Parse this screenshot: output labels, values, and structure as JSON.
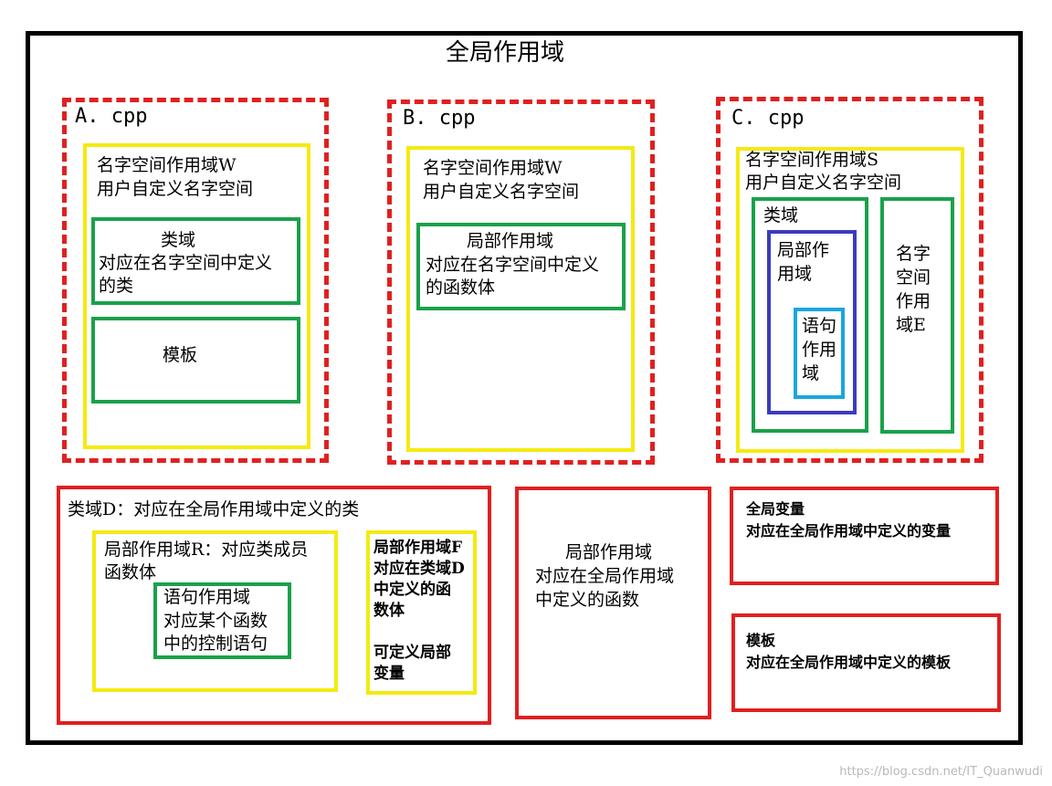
{
  "global": {
    "title": "全局作用域"
  },
  "a_cpp": {
    "filename": "A. cpp",
    "namespace_lines": [
      "名字空间作用域W",
      "用户自定义名字空间"
    ],
    "class_scope_lines": [
      "类域",
      "对应在名字空间中定义",
      "的类"
    ],
    "template": "模板"
  },
  "b_cpp": {
    "filename": "B. cpp",
    "namespace_lines": [
      "名字空间作用域W",
      "用户自定义名字空间"
    ],
    "local_scope_lines": [
      "局部作用域",
      "对应在名字空间中定义",
      "的函数体"
    ]
  },
  "c_cpp": {
    "filename": "C. cpp",
    "namespace_lines": [
      "名字空间作用域S",
      "用户自定义名字空间"
    ],
    "class_scope": "类域",
    "local_scope_lines": [
      "局部作",
      "用域"
    ],
    "statement_scope_lines": [
      "语句",
      "作用",
      "域"
    ],
    "namespace_e_lines": [
      "名字",
      "空间",
      "作用",
      "域E"
    ]
  },
  "class_d": {
    "title": "类域D：对应在全局作用域中定义的类",
    "local_r_lines": [
      "局部作用域R：对应类成员",
      "函数体"
    ],
    "statement_lines": [
      "语句作用域",
      "对应某个函数",
      "中的控制语句"
    ],
    "local_f_lines": [
      "局部作用域F",
      "对应在类域D",
      "中定义的函",
      "数体",
      "",
      "可定义局部",
      "变量"
    ]
  },
  "global_func": {
    "lines": [
      "局部作用域",
      "对应在全局作用域",
      "中定义的函数"
    ]
  },
  "global_var": {
    "lines": [
      "全局变量",
      "对应在全局作用域中定义的变量"
    ]
  },
  "global_template": {
    "lines": [
      "模板",
      "对应在全局作用域中定义的模板"
    ]
  },
  "watermark": "https://blog.csdn.net/IT_Quanwudi",
  "colors": {
    "outer": "#000000",
    "file_border": "#e02020",
    "namespace": "#f5ea10",
    "class_scope": "#1aa14a",
    "local_scope": "#3b3bc0",
    "statement_scope": "#1aa6e0"
  }
}
